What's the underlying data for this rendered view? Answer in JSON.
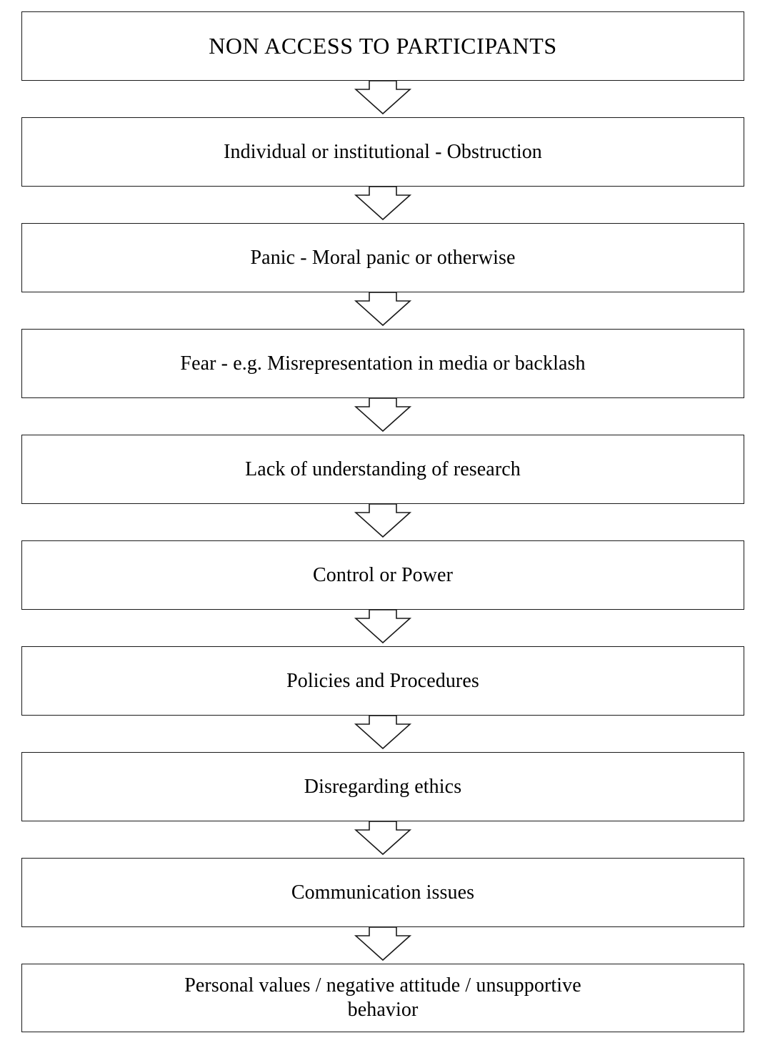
{
  "diagram": {
    "title": "NON ACCESS TO PARTICIPANTS",
    "orientation": "vertical-top-to-bottom",
    "background_color": "#ffffff",
    "stroke_color": "#1a1a1a",
    "fill_color": "#ffffff",
    "connector_type": "block-down-arrow",
    "connector_count": 9,
    "node_count": 10,
    "nodes": [
      {
        "id": "node-1",
        "label": "NON ACCESS TO PARTICIPANTS",
        "role": "root",
        "lines": 1
      },
      {
        "id": "node-2",
        "label": "Individual or institutional - Obstruction",
        "role": "step",
        "lines": 1
      },
      {
        "id": "node-3",
        "label": "Panic - Moral panic or otherwise",
        "role": "step",
        "lines": 1
      },
      {
        "id": "node-4",
        "label": "Fear - e.g. Misrepresentation in media or backlash",
        "role": "step",
        "lines": 1
      },
      {
        "id": "node-5",
        "label": "Lack of understanding of research",
        "role": "step",
        "lines": 1
      },
      {
        "id": "node-6",
        "label": "Control or Power",
        "role": "step",
        "lines": 1
      },
      {
        "id": "node-7",
        "label": "Policies and Procedures",
        "role": "step",
        "lines": 1
      },
      {
        "id": "node-8",
        "label": "Disregarding ethics",
        "role": "step",
        "lines": 1
      },
      {
        "id": "node-9",
        "label": "Communication issues",
        "role": "step",
        "lines": 1
      },
      {
        "id": "node-10",
        "label": "Personal values / negative attitude / unsupportive\nbehavior",
        "role": "leaf",
        "lines": 2
      }
    ],
    "connectors": [
      {
        "id": "arrow-1",
        "from": "node-1",
        "to": "node-2",
        "icon": "down-arrow-icon"
      },
      {
        "id": "arrow-2",
        "from": "node-2",
        "to": "node-3",
        "icon": "down-arrow-icon"
      },
      {
        "id": "arrow-3",
        "from": "node-3",
        "to": "node-4",
        "icon": "down-arrow-icon"
      },
      {
        "id": "arrow-4",
        "from": "node-4",
        "to": "node-5",
        "icon": "down-arrow-icon"
      },
      {
        "id": "arrow-5",
        "from": "node-5",
        "to": "node-6",
        "icon": "down-arrow-icon"
      },
      {
        "id": "arrow-6",
        "from": "node-6",
        "to": "node-7",
        "icon": "down-arrow-icon"
      },
      {
        "id": "arrow-7",
        "from": "node-7",
        "to": "node-8",
        "icon": "down-arrow-icon"
      },
      {
        "id": "arrow-8",
        "from": "node-8",
        "to": "node-9",
        "icon": "down-arrow-icon"
      },
      {
        "id": "arrow-9",
        "from": "node-9",
        "to": "node-10",
        "icon": "down-arrow-icon"
      }
    ]
  }
}
